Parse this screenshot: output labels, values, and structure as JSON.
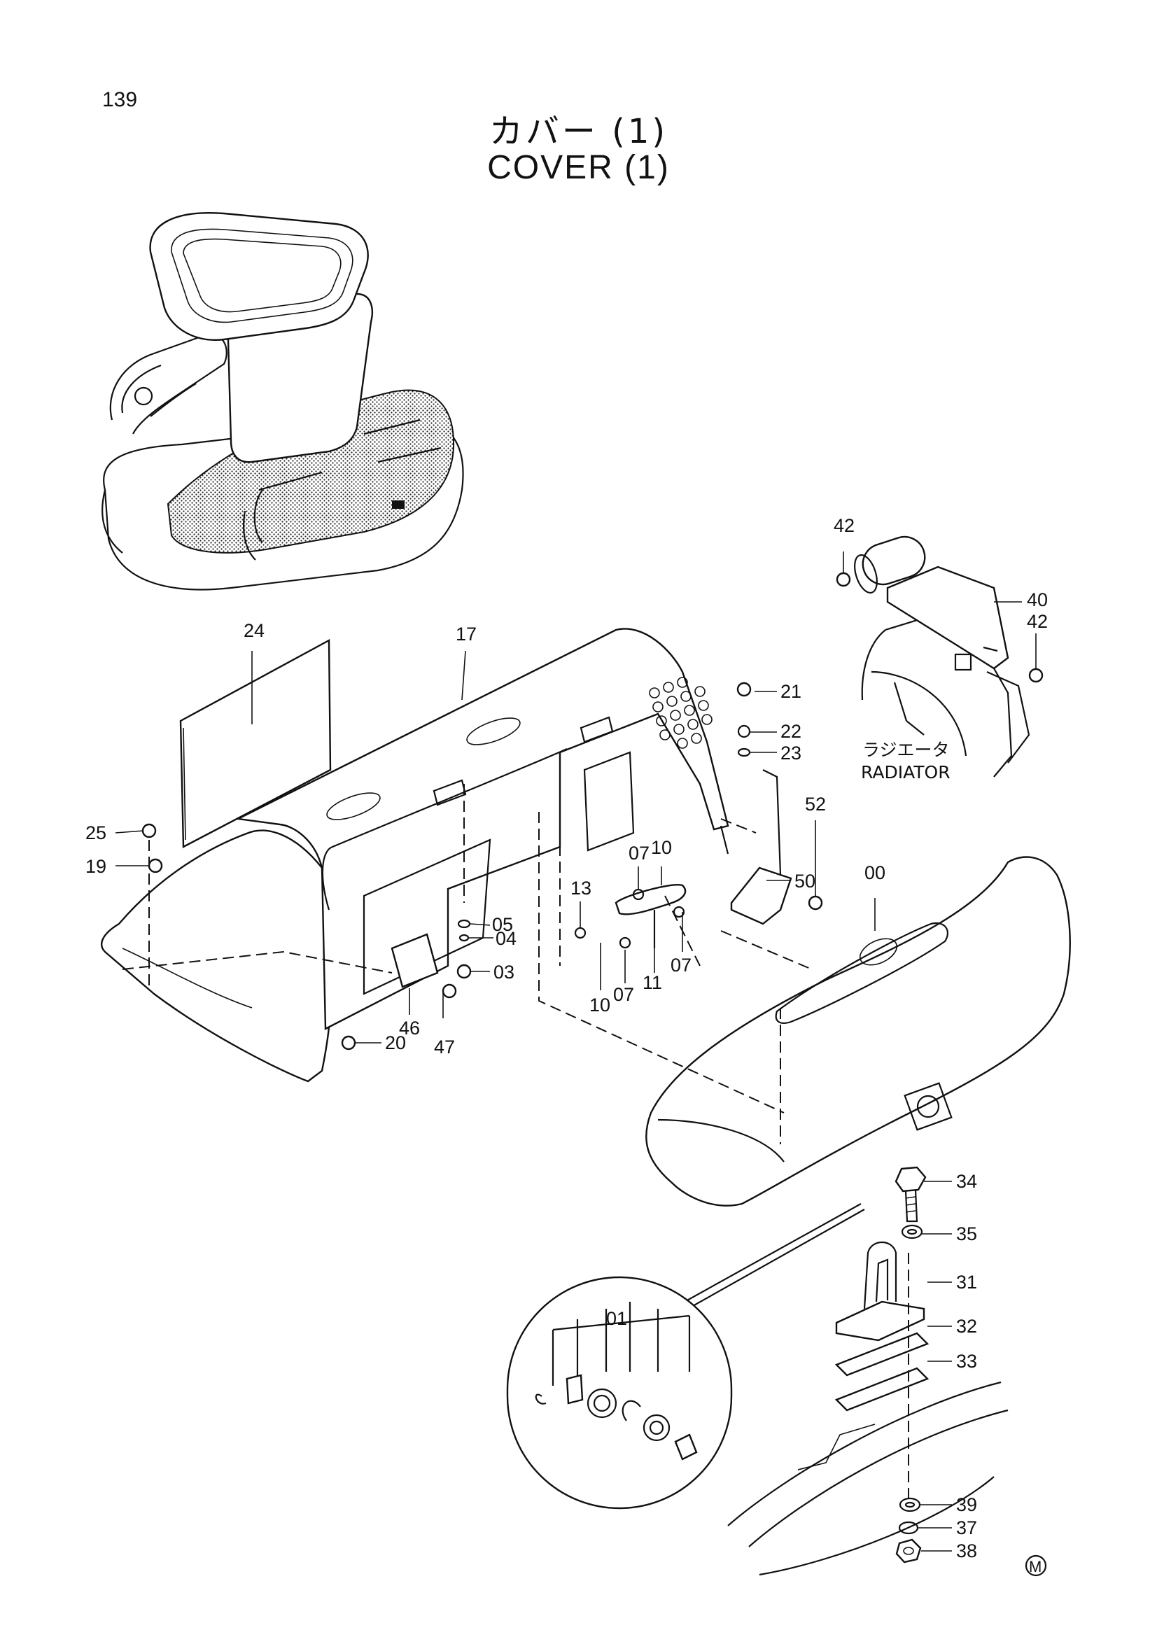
{
  "page_number": "139",
  "title_jp": "カバー (1)",
  "title_en": "COVER (1)",
  "radiator_label_jp": "ラジエータ",
  "radiator_label_en": "RADIATOR",
  "manufacturer_mark": "M",
  "callouts": [
    "42",
    "40",
    "42",
    "24",
    "17",
    "21",
    "22",
    "23",
    "52",
    "00",
    "25",
    "19",
    "07",
    "10",
    "13",
    "50",
    "05",
    "04",
    "03",
    "07",
    "10",
    "07",
    "11",
    "46",
    "47",
    "20",
    "34",
    "35",
    "31",
    "01",
    "32",
    "33",
    "39",
    "37",
    "38"
  ]
}
